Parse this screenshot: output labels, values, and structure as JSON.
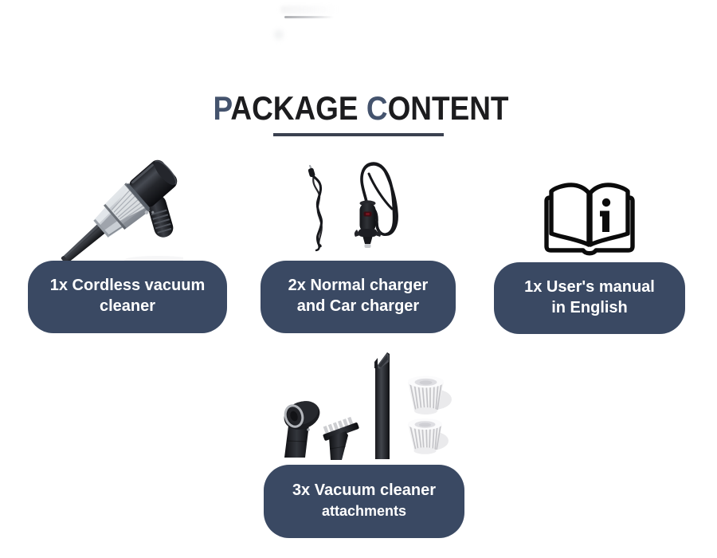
{
  "page": {
    "background_color": "#ffffff"
  },
  "header": {
    "title_segments": [
      {
        "text": "P",
        "accent": true
      },
      {
        "text": "ACKAGE ",
        "accent": false
      },
      {
        "text": "C",
        "accent": true
      },
      {
        "text": "ONTENT",
        "accent": false
      }
    ],
    "accent_color": "#44536d",
    "text_color": "#1c1c1e",
    "underline_color": "#3a4150"
  },
  "colors": {
    "pill_background": "#3a4963",
    "pill_text": "#ffffff"
  },
  "items": [
    {
      "image": "cordless-vacuum-cleaner-photo",
      "label_line1": "1x Cordless vacuum",
      "label_line2": "cleaner"
    },
    {
      "image": "normal-charger-and-car-charger-photo",
      "label_line1": "2x Normal charger",
      "label_line2": "and Car charger"
    },
    {
      "image": "users-manual-book-icon",
      "label_line1": "1x User's manual",
      "label_line2": "in English"
    },
    {
      "image": "vacuum-attachments-photo",
      "label_line1": "3x Vacuum cleaner",
      "label_line2": "attachments"
    }
  ]
}
